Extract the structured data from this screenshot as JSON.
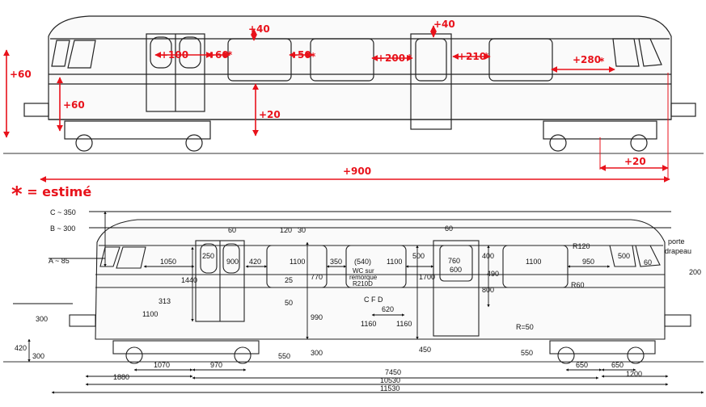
{
  "colors": {
    "accent": "#e8121b",
    "ink": "#111111"
  },
  "top_annotations": [
    "+60",
    "+60",
    "+100",
    "+40",
    "+60",
    "+50",
    "+200",
    "+40",
    "+210",
    "+280",
    "+20",
    "+20",
    "+900"
  ],
  "legend": {
    "star": "*",
    "text": "= estimé"
  },
  "bottom_labels": {
    "c": "C ~ 350",
    "b": "B ~ 300",
    "a": "A ~ 85",
    "d1050": "1050",
    "d250": "250",
    "d900": "900",
    "d420": "420",
    "d1100a": "1100",
    "d350": "350",
    "d540": "(540)",
    "d1100b": "1100",
    "d500": "500",
    "d760": "760",
    "d600": "600",
    "d1100c": "1100",
    "d950": "950",
    "d500b": "500",
    "d60b": "60",
    "d60t": "60",
    "d120": "120",
    "d30": "30",
    "d60r": "60",
    "r120": "R120",
    "r60": "R60",
    "porte": "porte",
    "drapeau": "drapeau",
    "d200": "200",
    "wc1": "WC sur",
    "wc2": "remorque",
    "wc3": "R210D",
    "d1440": "1440",
    "d25": "25",
    "d770": "770",
    "d50": "50",
    "d990": "990",
    "d1700": "1700",
    "d400": "400",
    "d490": "490",
    "d800": "800",
    "d300a": "300",
    "cfd": "C  F  D",
    "d620": "620",
    "d1160a": "1160",
    "d1160b": "1160",
    "d1100v": "1100",
    "d313": "313",
    "d450": "450",
    "r50": "R=50",
    "d550a": "550",
    "d550b": "550",
    "d420b": "420",
    "d300b": "300",
    "d300c": "300",
    "d1880": "1880",
    "d1070": "1070",
    "d970": "970",
    "d650a": "650",
    "d650b": "650",
    "d1200": "1200",
    "d7450": "7450",
    "d10530": "10530",
    "d11530": "11530"
  }
}
